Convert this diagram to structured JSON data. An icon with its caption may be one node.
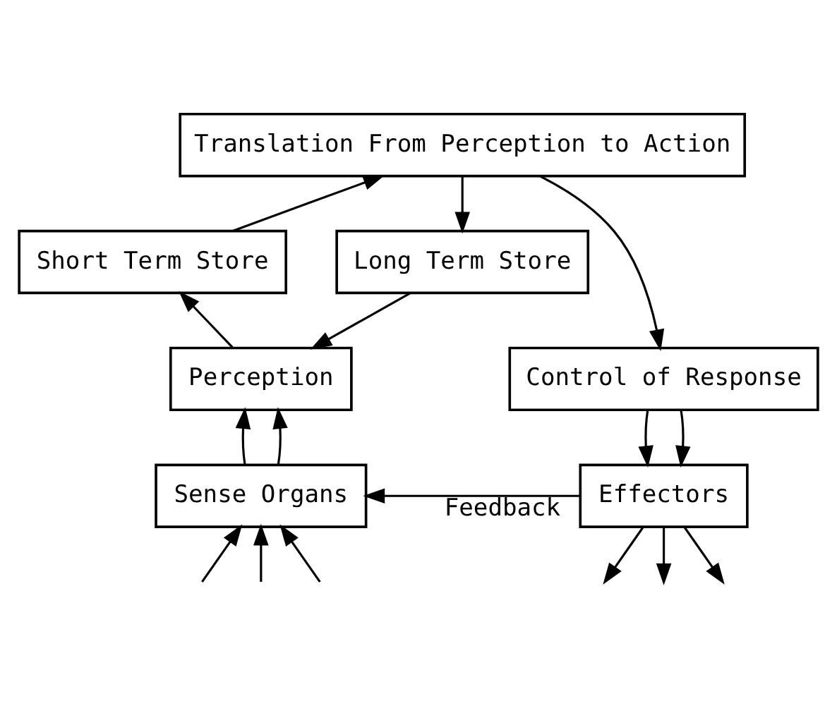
{
  "diagram": {
    "nodes": [
      {
        "text": [
          "Translation From Perception to Action"
        ]
      },
      {
        "text": [
          "Short Term Store"
        ]
      },
      {
        "text": [
          "Long Term Store"
        ]
      },
      {
        "text": [
          "Perception"
        ]
      },
      {
        "text": [
          "Control of Response"
        ]
      },
      {
        "text": [
          "Sense Organs"
        ]
      },
      {
        "text": [
          "Effectors"
        ]
      }
    ],
    "edges": [
      {
        "from": 1,
        "to": 0,
        "arrow": "to"
      },
      {
        "from": 0,
        "to": 2,
        "arrow": "to"
      },
      {
        "from": 2,
        "to": 3,
        "arrow": "to"
      },
      {
        "from": 3,
        "to": 1,
        "arrow": "to"
      },
      {
        "from": 0,
        "to": 4,
        "arrow": "to"
      },
      {
        "from": 5,
        "to": 3,
        "arrow": "to"
      },
      {
        "from": 5,
        "to": 3,
        "arrow": "to"
      },
      {
        "from": 4,
        "to": 6,
        "arrow": "to"
      },
      {
        "from": 4,
        "to": 6,
        "arrow": "to"
      },
      {
        "from": null,
        "to": 5,
        "arrow": "to"
      },
      {
        "from": null,
        "to": 5,
        "arrow": "to"
      },
      {
        "from": null,
        "to": 5,
        "arrow": "to"
      },
      {
        "from": 6,
        "to": null,
        "arrow": "to"
      },
      {
        "from": 6,
        "to": null,
        "arrow": "to"
      },
      {
        "from": 6,
        "to": null,
        "arrow": "to"
      },
      {
        "from": 6,
        "to": 5,
        "arrow": "to",
        "label": "Feedback"
      }
    ]
  }
}
